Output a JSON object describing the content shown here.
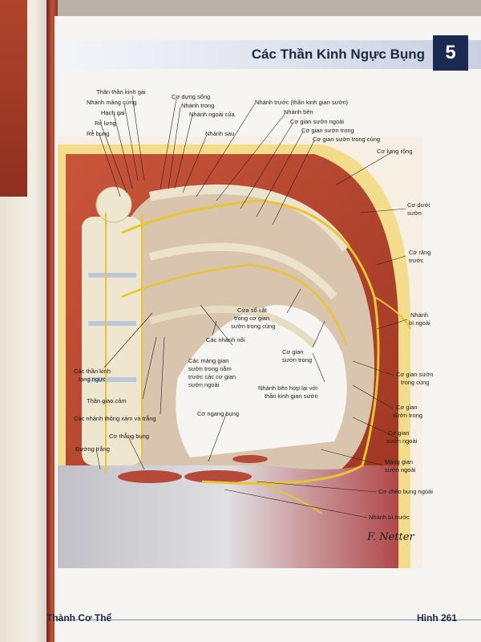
{
  "header": {
    "title": "Các Thần Kinh Ngực Bụng",
    "chapter_number": "5"
  },
  "labels": {
    "than_than_kinh_gai": "Thân thần kinh gai",
    "nhanh_mang_cung": "Nhánh màng cứng",
    "hach_gai": "Hạch gai",
    "re_lung": "Rễ lưng",
    "re_bung": "Rễ bụng",
    "co_dung_song": "Cơ dựng sống",
    "nhanh_trong": "Nhánh trong",
    "nhanh_ngoai_cua": "Nhánh ngoài của",
    "nhanh_sau": "Nhánh sau",
    "nhanh_truoc": "Nhánh trước (thần kinh gian sườn)",
    "nhanh_ben": "Nhánh bên",
    "co_gian_suon_ngoai_top": "Cơ gian sườn ngoài",
    "co_gian_suon_trong_top": "Cơ gian sườn trong",
    "co_gian_suon_trong_cung_top": "Cơ gian sườn trong cùng",
    "co_lung_rong": "Cơ lưng rộng",
    "co_duoi_suon_1": "Cơ dưới",
    "co_duoi_suon_2": "sườn",
    "co_rang_truoc_1": "Cơ răng",
    "co_rang_truoc_2": "trước",
    "nhanh_bi_ngoai_1": "Nhánh",
    "nhanh_bi_ngoai_2": "bì ngoài",
    "cua_so_cat_1": "Cửa sổ cắt",
    "cua_so_cat_2": "trong cơ gian",
    "cua_so_cat_3": "sườn trong cùng",
    "cac_nhanh_noi": "Các nhánh nối",
    "co_gian_suon_trong_mid_1": "Cơ gian",
    "co_gian_suon_trong_mid_2": "sườn trong",
    "cac_mang_gian_1": "Các màng gian",
    "cac_mang_gian_2": "sườn trong nằm",
    "cac_mang_gian_3": "trước các cơ gian",
    "cac_mang_gian_4": "sườn ngoài",
    "cac_than_kinh_tang_nguc_1": "Các thần kinh",
    "cac_than_kinh_tang_nguc_2": "tạng ngực",
    "than_giao_cam": "Thân giao cảm",
    "cac_nhanh_thong": "Các nhánh thông xám và trắng",
    "nhanh_ben_hop_lai_1": "Nhánh bên hợp lại với",
    "nhanh_ben_hop_lai_2": "thần kinh gian sườn",
    "co_gian_suon_trong_cung_r_1": "Cơ gian sườn",
    "co_gian_suon_trong_cung_r_2": "trong cùng",
    "co_gian_suon_trong_r_1": "Cơ gian",
    "co_gian_suon_trong_r_2": "sườn trong",
    "co_ngang_bung": "Cơ ngang bụng",
    "co_thang_bung": "Cơ thẳng bụng",
    "duong_trang": "Đường trắng",
    "co_gian_suon_ngoai_r_1": "Cơ gian",
    "co_gian_suon_ngoai_r_2": "sườn ngoài",
    "mang_gian_suon_ngoai_1": "Màng gian",
    "mang_gian_suon_ngoai_2": "sườn ngoài",
    "co_cheo_bung_ngoai": "Cơ chéo bụng ngoài",
    "nhanh_bi_truoc": "Nhánh bì trước"
  },
  "footer": {
    "section": "Thành Cơ Thể",
    "figure": "Hình 261"
  },
  "colors": {
    "muscle": "#b8442e",
    "nerve": "#e8c531",
    "bone": "#efe6cf",
    "fat": "#f1d98a",
    "header_dark": "#1a2a52"
  }
}
